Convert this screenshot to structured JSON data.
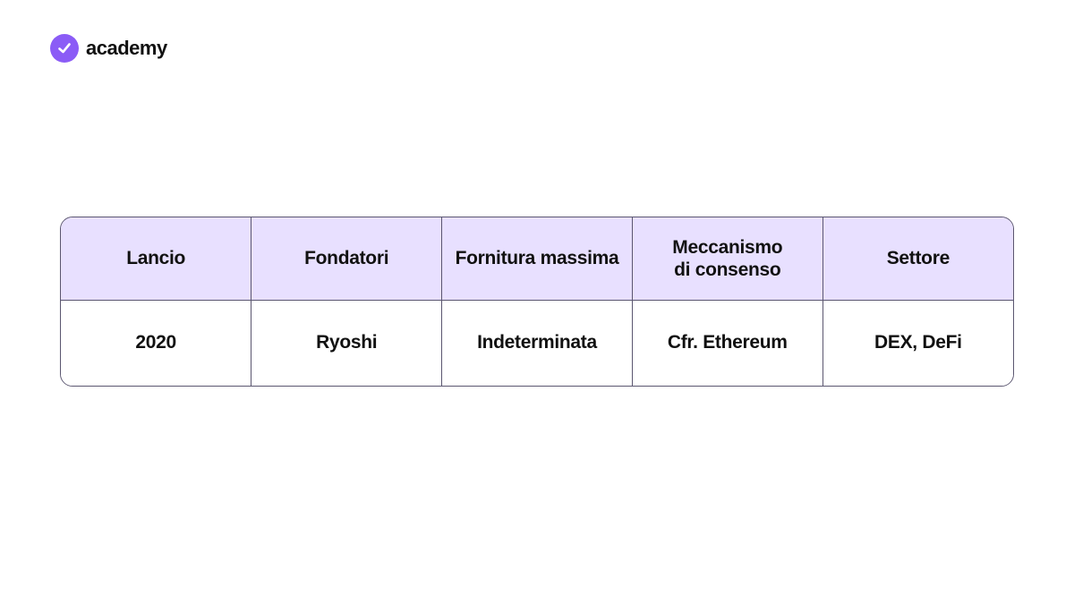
{
  "brand": {
    "name": "academy",
    "color": "#8b5cf6",
    "icon": "checkmark-icon"
  },
  "table": {
    "header_bg": "#e8e0ff",
    "columns": [
      "Lancio",
      "Fondatori",
      "Fornitura massima",
      "Meccanismo di consenso",
      "Settore"
    ],
    "row": [
      "2020",
      "Ryoshi",
      "Indeterminata",
      "Cfr. Ethereum",
      "DEX, DeFi"
    ]
  }
}
